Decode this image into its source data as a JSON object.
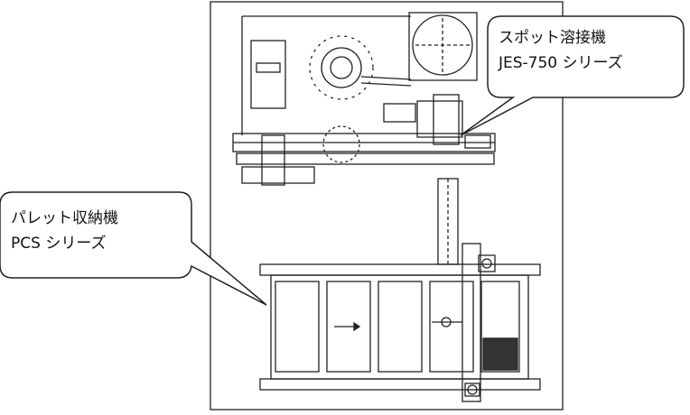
{
  "callouts": [
    {
      "title": "スポット溶接機",
      "subtitle": "JES-750 シリーズ"
    },
    {
      "title": "パレット収納機",
      "subtitle": "PCS シリーズ"
    }
  ]
}
